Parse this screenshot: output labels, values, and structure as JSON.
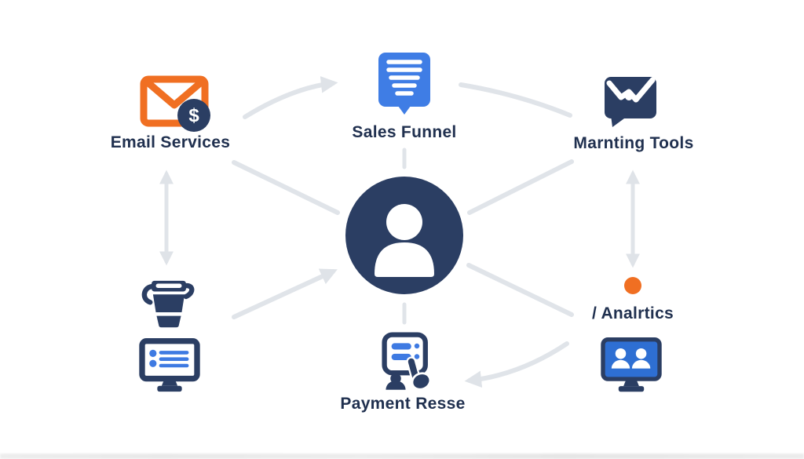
{
  "diagram": {
    "type": "hub-and-spoke marketing ecosystem diagram",
    "background": "#ffffff"
  },
  "colors": {
    "navy": "#2b3e63",
    "text_navy": "#20304f",
    "orange": "#f06f22",
    "funnel_blue": "#3f7de5",
    "monitor_blue": "#2e6fd3",
    "list_blue": "#3e7ae2",
    "arrow_gray": "#e0e4e9",
    "white": "#ffffff"
  },
  "hub": {
    "icon": "person-icon"
  },
  "nodes": {
    "email": {
      "label": "Email Services",
      "icon": "email-dollar-icon",
      "badge": "$"
    },
    "funnel": {
      "label": "Sales Funnel",
      "icon": "funnel-bubble-icon"
    },
    "marketing": {
      "label": "Marnting Tools",
      "icon": "chat-wave-icon"
    },
    "analytics": {
      "label": "/ Analrtics",
      "icon": "orange-dot-icon"
    },
    "payment": {
      "label": "Payment Resse",
      "icon": "kiosk-hand-icon"
    },
    "bucket": {
      "label": "",
      "icon": "bucket-icon"
    },
    "list_monitor": {
      "label": "",
      "icon": "list-monitor-icon"
    },
    "video_monitor": {
      "label": "",
      "icon": "video-monitor-icon"
    }
  },
  "connectors": [
    {
      "name": "arrow-email-to-funnel",
      "style": "curved-arrow"
    },
    {
      "name": "curve-funnel-to-marketing",
      "style": "curve"
    },
    {
      "name": "line-email-to-hub",
      "style": "line"
    },
    {
      "name": "line-hub-to-marketing",
      "style": "line"
    },
    {
      "name": "double-arrow-email-bucket",
      "style": "double-headed-vertical-arrow"
    },
    {
      "name": "double-arrow-marketing-analytics",
      "style": "double-headed-vertical-arrow"
    },
    {
      "name": "tick-funnel-to-hub",
      "style": "short-line"
    },
    {
      "name": "tick-hub-to-payment",
      "style": "short-line"
    },
    {
      "name": "arrow-bottomleft-to-hub",
      "style": "arrow"
    },
    {
      "name": "line-hub-to-analytics",
      "style": "line"
    },
    {
      "name": "arrow-right-to-payment",
      "style": "curved-arrow"
    }
  ]
}
